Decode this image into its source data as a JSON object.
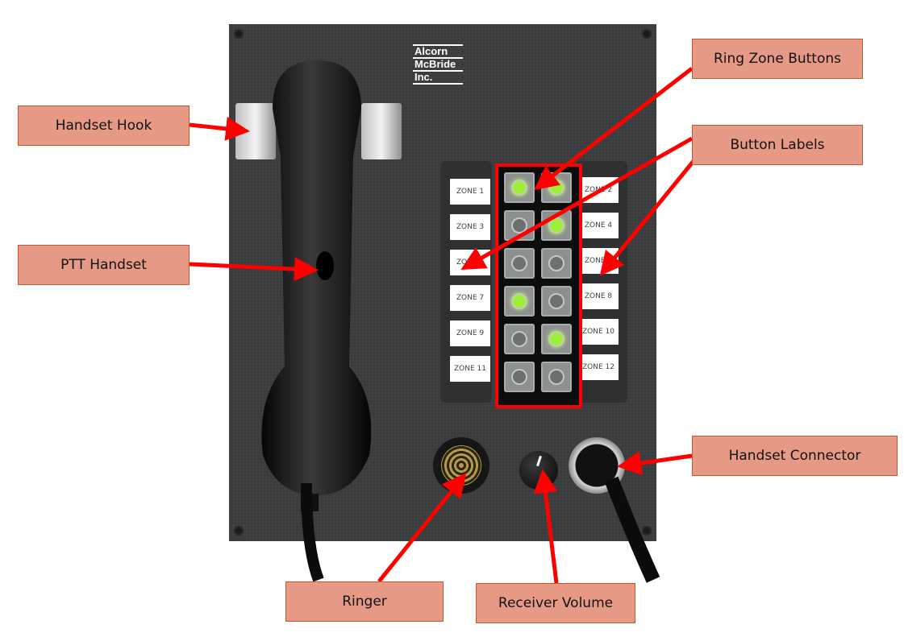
{
  "device": {
    "brand_logo": [
      "Alcorn",
      "McBride",
      "Inc."
    ],
    "zone_labels_left": [
      "ZONE 1",
      "ZONE 3",
      "ZONE 5",
      "ZONE 7",
      "ZONE 9",
      "ZONE 11"
    ],
    "zone_labels_right": [
      "ZONE 2",
      "ZONE 4",
      "ZONE 6",
      "ZONE 8",
      "ZONE 10",
      "ZONE 12"
    ],
    "zone_buttons": [
      {
        "zone": "ZONE 1",
        "lit": true
      },
      {
        "zone": "ZONE 2",
        "lit": true
      },
      {
        "zone": "ZONE 3",
        "lit": false
      },
      {
        "zone": "ZONE 4",
        "lit": true
      },
      {
        "zone": "ZONE 5",
        "lit": false
      },
      {
        "zone": "ZONE 6",
        "lit": false
      },
      {
        "zone": "ZONE 7",
        "lit": true
      },
      {
        "zone": "ZONE 8",
        "lit": false
      },
      {
        "zone": "ZONE 9",
        "lit": false
      },
      {
        "zone": "ZONE 10",
        "lit": true
      },
      {
        "zone": "ZONE 11",
        "lit": false
      },
      {
        "zone": "ZONE 12",
        "lit": false
      }
    ]
  },
  "callouts": {
    "handset_hook": "Handset Hook",
    "ptt_handset": "PTT Handset",
    "ring_zone_buttons": "Ring Zone Buttons",
    "button_labels": "Button Labels",
    "handset_connector": "Handset Connector",
    "ringer": "Ringer",
    "receiver_volume": "Receiver Volume"
  },
  "colors": {
    "callout_fill": "#e69a86",
    "callout_border": "#c5582f",
    "arrow": "#ff0000",
    "led_on": "#9df03a",
    "panel": "#3a3c3d"
  }
}
